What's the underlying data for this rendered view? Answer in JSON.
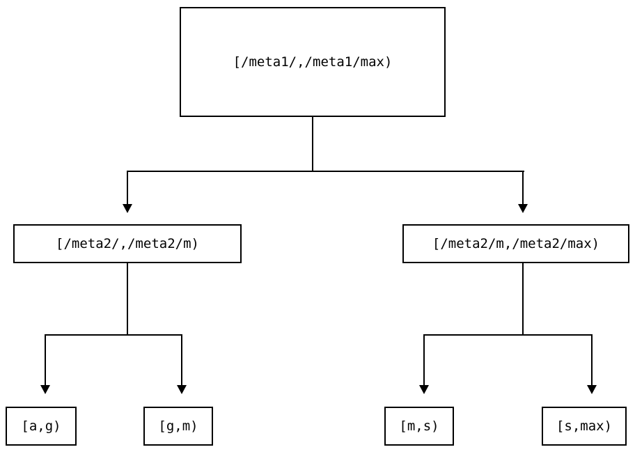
{
  "diagram": {
    "type": "tree",
    "orientation": "top-down",
    "background_color": "#ffffff",
    "line_color": "#000000",
    "text_color": "#000000",
    "nodes": {
      "root": {
        "label": "[/meta1/,/meta1/max)",
        "level": 0
      },
      "mid_left": {
        "label": "[/meta2/,/meta2/m)",
        "level": 1
      },
      "mid_right": {
        "label": "[/meta2/m,/meta2/max)",
        "level": 1
      },
      "leaf_a_g": {
        "label": "[a,g)",
        "level": 2
      },
      "leaf_g_m": {
        "label": "[g,m)",
        "level": 2
      },
      "leaf_m_s": {
        "label": "[m,s)",
        "level": 2
      },
      "leaf_s_max": {
        "label": "[s,max)",
        "level": 2
      }
    },
    "edges": [
      {
        "from": "root",
        "to": "mid_left",
        "arrowhead": "filled-triangle-down"
      },
      {
        "from": "root",
        "to": "mid_right",
        "arrowhead": "filled-triangle-down"
      },
      {
        "from": "mid_left",
        "to": "leaf_a_g",
        "arrowhead": "filled-triangle-down"
      },
      {
        "from": "mid_left",
        "to": "leaf_g_m",
        "arrowhead": "filled-triangle-down"
      },
      {
        "from": "mid_right",
        "to": "leaf_m_s",
        "arrowhead": "filled-triangle-down"
      },
      {
        "from": "mid_right",
        "to": "leaf_s_max",
        "arrowhead": "filled-triangle-down"
      }
    ]
  }
}
